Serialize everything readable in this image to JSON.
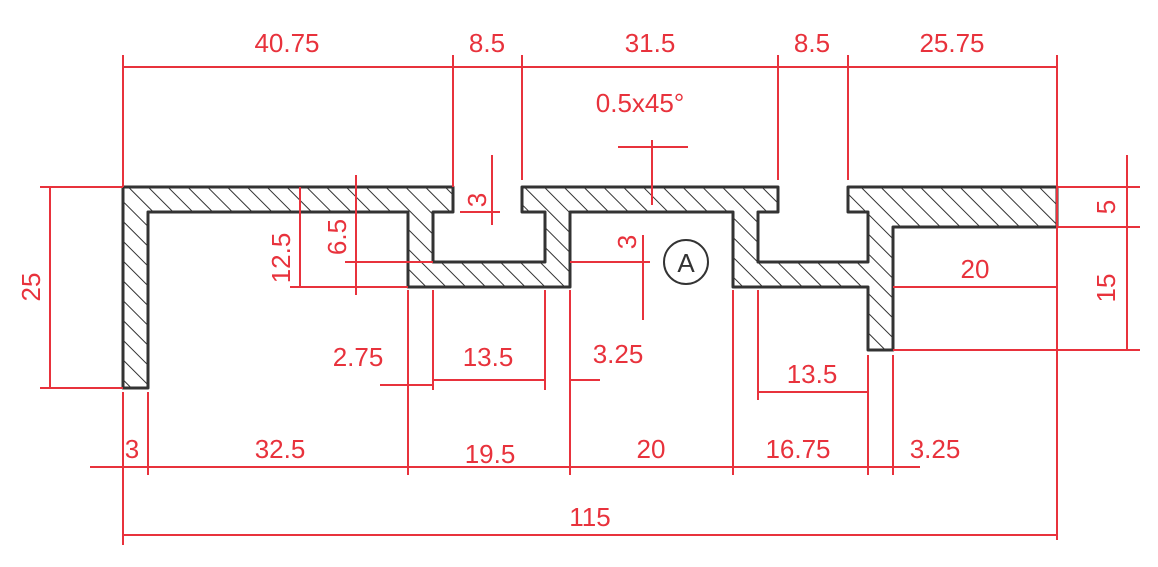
{
  "drawing": {
    "top_dims": [
      "40.75",
      "8.5",
      "31.5",
      "8.5",
      "25.75"
    ],
    "chamfer_note": "0.5x45°",
    "detail_label": "A",
    "left_dims": [
      "25",
      "12.5",
      "6.5",
      "3"
    ],
    "center_dim": "3",
    "right_dims": [
      "5",
      "15",
      "20"
    ],
    "middle_dims": [
      "2.75",
      "13.5",
      "3.25",
      "13.5"
    ],
    "bottom_dims": [
      "3",
      "32.5",
      "19.5",
      "20",
      "16.75",
      "3.25"
    ],
    "overall_width": "115",
    "colors": {
      "dimension": "#e8323c",
      "outline": "#333333"
    }
  }
}
